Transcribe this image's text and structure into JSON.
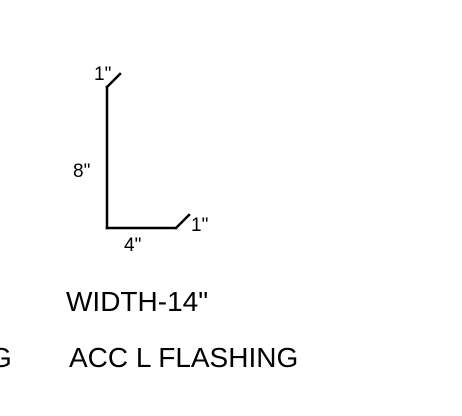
{
  "profile": {
    "dimensions": {
      "top_return": "1\"",
      "vertical_leg": "8\"",
      "bottom_leg": "4\"",
      "bottom_return": "1\""
    }
  },
  "captions": {
    "width": "WIDTH-14\"",
    "name": "ACC L FLASHING",
    "cut_off_left": "G"
  },
  "colors": {
    "line": "#000000",
    "background": "#ffffff"
  }
}
